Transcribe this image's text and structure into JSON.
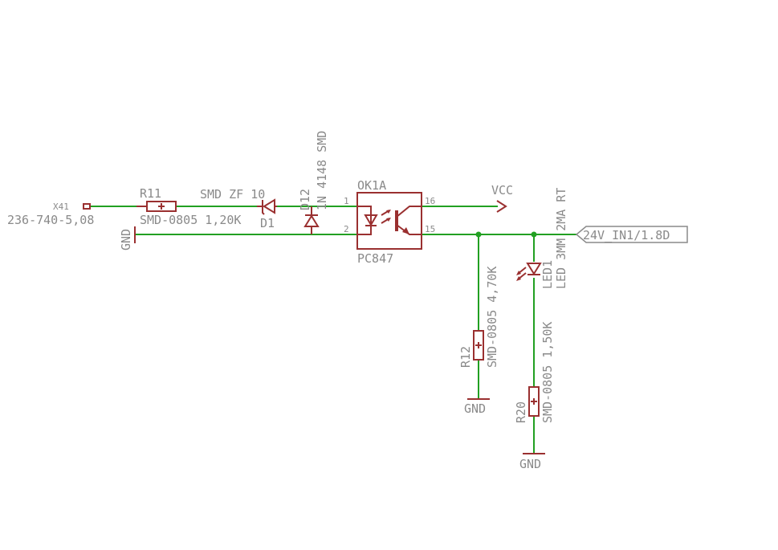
{
  "components": {
    "x41": {
      "name": "X41",
      "value": "236-740-5,08"
    },
    "r11": {
      "name": "R11",
      "value": "SMD-0805 1,20K"
    },
    "d1": {
      "name": "D1",
      "value": "SMD ZF 10"
    },
    "d12": {
      "name": "D12",
      "value": "1N 4148 SMD"
    },
    "ok1a": {
      "name": "OK1A",
      "value": "PC847",
      "pin_in_1": "1",
      "pin_in_2": "2",
      "pin_out_16": "16",
      "pin_out_15": "15"
    },
    "r12": {
      "name": "R12",
      "value": "SMD-0805 4,70K"
    },
    "r20": {
      "name": "R20",
      "value": "SMD-0805 1,50K"
    },
    "led1": {
      "name": "LED1",
      "value": "LED 3MM 2MA RT"
    }
  },
  "supplies": {
    "vcc": "VCC",
    "gnd_left": "GND",
    "gnd_r12": "GND",
    "gnd_r20": "GND"
  },
  "net_labels": {
    "input": "24V_IN1/1.8D"
  },
  "colors": {
    "part": "#9a3030",
    "net": "#22a022",
    "text": "#8a8a8a",
    "background": "#ffffff"
  }
}
